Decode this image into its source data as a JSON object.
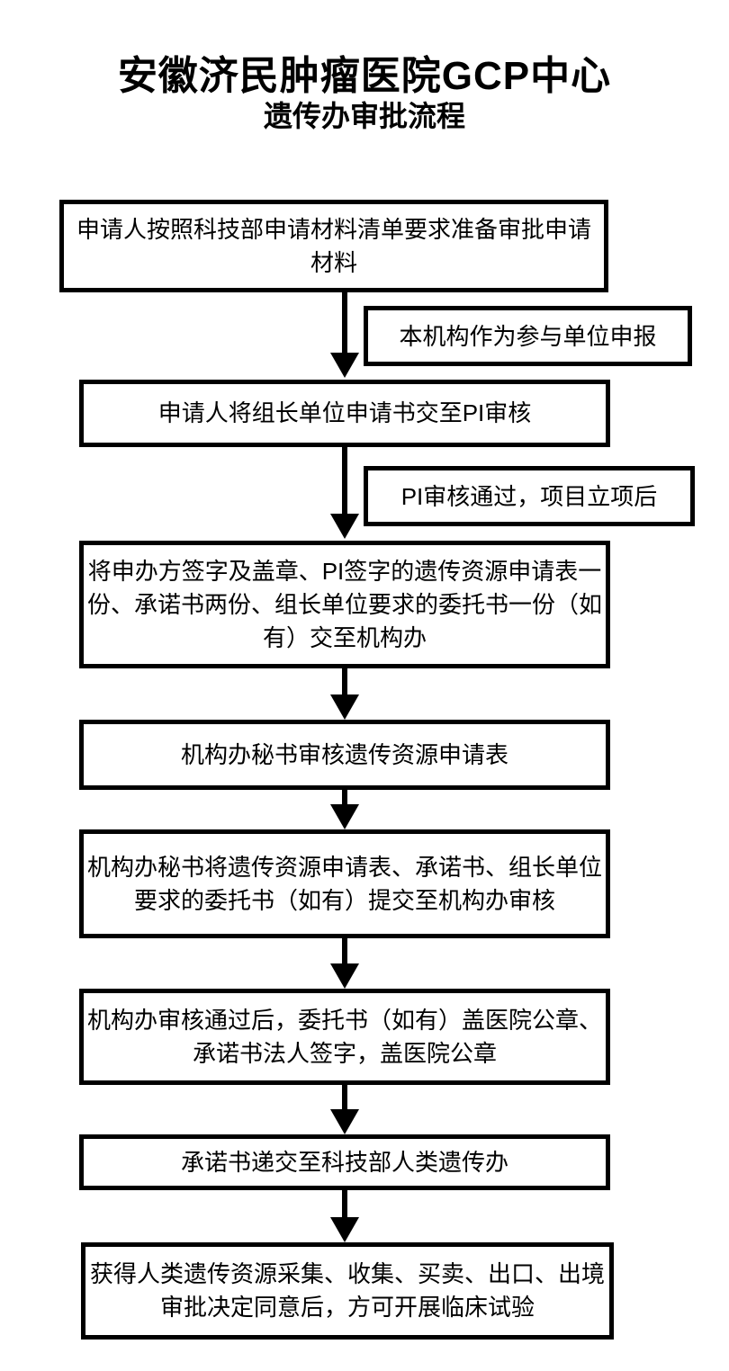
{
  "title": {
    "line1": "安徽济民肿瘤医院GCP中心",
    "line2": "遗传办审批流程"
  },
  "flow": {
    "steps": [
      "申请人按照科技部申请材料清单要求准备审批申请材料",
      "申请人将组长单位申请书交至PI审核",
      "将申办方签字及盖章、PI签字的遗传资源申请表一份、承诺书两份、组长单位要求的委托书一份（如有）交至机构办",
      "机构办秘书审核遗传资源申请表",
      "机构办秘书将遗传资源申请表、承诺书、组长单位要求的委托书（如有）提交至机构办审核",
      "机构办审核通过后，委托书（如有）盖医院公章、承诺书法人签字，盖医院公章",
      "承诺书递交至科技部人类遗传办",
      "获得人类遗传资源采集、收集、买卖、出口、出境审批决定同意后，方可开展临床试验"
    ],
    "side_notes": [
      "本机构作为参与单位申报",
      "PI审核通过，项目立项后"
    ]
  },
  "colors": {
    "line": "#000000",
    "text": "#000000",
    "background": "#ffffff"
  }
}
